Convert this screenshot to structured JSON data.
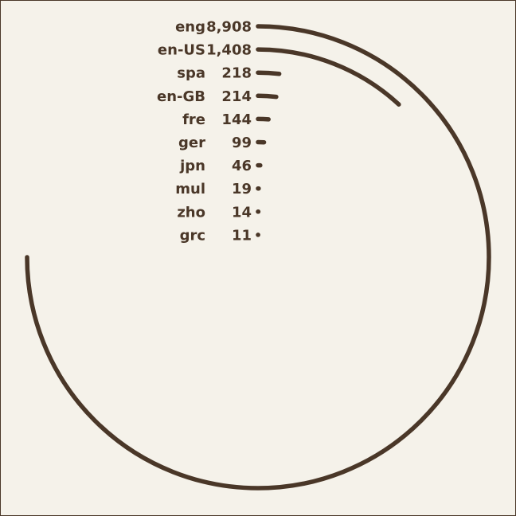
{
  "chart_data": {
    "type": "radial-bar",
    "title": "",
    "categories": [
      "eng",
      "en-US",
      "spa",
      "en-GB",
      "fre",
      "ger",
      "jpn",
      "mul",
      "zho",
      "grc"
    ],
    "values": [
      8908,
      1408,
      218,
      214,
      144,
      99,
      46,
      19,
      14,
      11
    ],
    "value_labels": [
      "8,908",
      "1,408",
      "218",
      "214",
      "144",
      "99",
      "46",
      "19",
      "14",
      "11"
    ],
    "start_angle": "top (12 o'clock)",
    "direction": "clockwise",
    "grid": false,
    "legend": "none",
    "colors": {
      "bar": "#4a3728",
      "text": "#4a3728",
      "background": "#f5f2ea"
    }
  }
}
